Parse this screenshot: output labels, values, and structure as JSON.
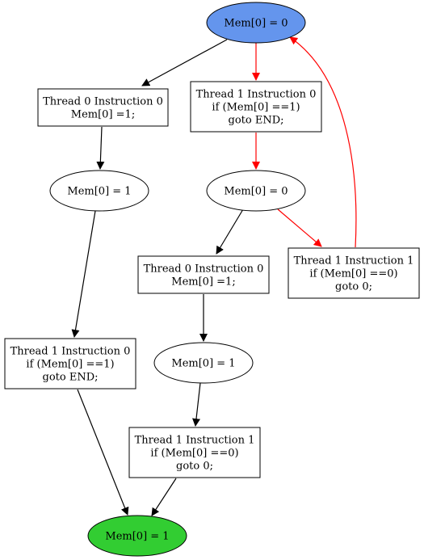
{
  "colors": {
    "start_fill": "#6495ed",
    "end_fill": "#32cd32",
    "highlight_edge": "#ff0000",
    "normal_edge": "#000000",
    "node_fill": "#ffffff"
  },
  "nodes": {
    "start": {
      "lines": [
        "Mem[0] = 0"
      ]
    },
    "t0i0_a": {
      "lines": [
        "Thread 0 Instruction 0",
        "Mem[0] =1;"
      ]
    },
    "t1i0_a": {
      "lines": [
        "Thread 1 Instruction 0",
        "if (Mem[0] ==1)",
        "goto END;"
      ]
    },
    "state1_left": {
      "lines": [
        "Mem[0] = 1"
      ]
    },
    "state0_mid": {
      "lines": [
        "Mem[0] = 0"
      ]
    },
    "t1i1_a": {
      "lines": [
        "Thread 1 Instruction 1",
        "if (Mem[0] ==0)",
        "goto 0;"
      ]
    },
    "t0i0_b": {
      "lines": [
        "Thread 0 Instruction 0",
        "Mem[0] =1;"
      ]
    },
    "t1i0_b": {
      "lines": [
        "Thread 1 Instruction 0",
        "if (Mem[0] ==1)",
        "goto END;"
      ]
    },
    "state1_mid": {
      "lines": [
        "Mem[0] = 1"
      ]
    },
    "t1i1_b": {
      "lines": [
        "Thread 1 Instruction 1",
        "if (Mem[0] ==0)",
        "goto 0;"
      ]
    },
    "end": {
      "lines": [
        "Mem[0] = 1"
      ]
    }
  },
  "edges": [
    {
      "from": "start",
      "to": "t0i0_a",
      "highlight": false
    },
    {
      "from": "start",
      "to": "t1i0_a",
      "highlight": true
    },
    {
      "from": "t0i0_a",
      "to": "state1_left",
      "highlight": false
    },
    {
      "from": "t1i0_a",
      "to": "state0_mid",
      "highlight": true
    },
    {
      "from": "state1_left",
      "to": "t1i0_b",
      "highlight": false
    },
    {
      "from": "state0_mid",
      "to": "t0i0_b",
      "highlight": false
    },
    {
      "from": "state0_mid",
      "to": "t1i1_a",
      "highlight": true
    },
    {
      "from": "t1i1_a",
      "to": "start",
      "highlight": true
    },
    {
      "from": "t0i0_b",
      "to": "state1_mid",
      "highlight": false
    },
    {
      "from": "state1_mid",
      "to": "t1i1_b",
      "highlight": false
    },
    {
      "from": "t1i0_b",
      "to": "end",
      "highlight": false
    },
    {
      "from": "t1i1_b",
      "to": "end",
      "highlight": false
    }
  ]
}
